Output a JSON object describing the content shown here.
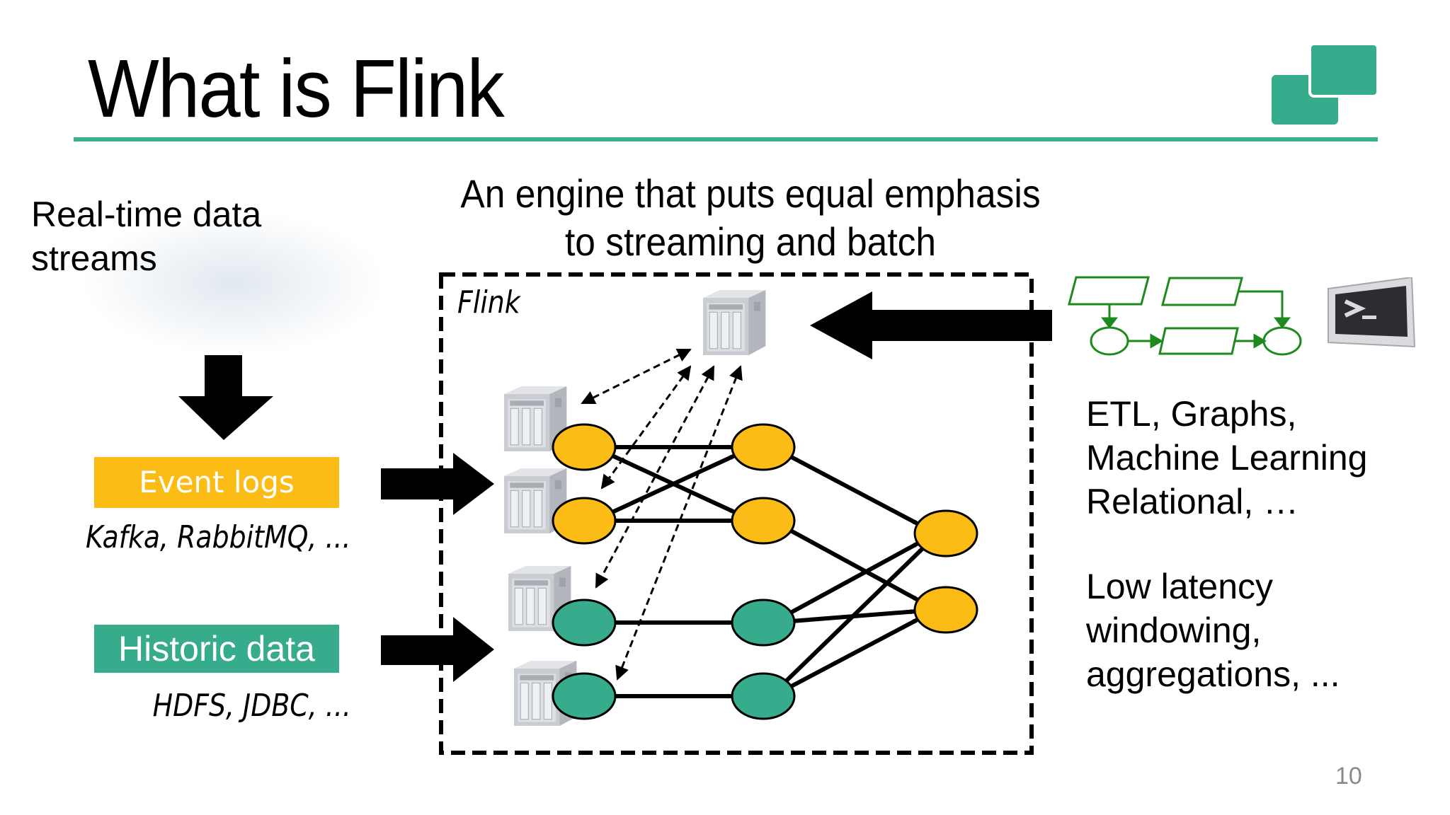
{
  "slide": {
    "title": "What is Flink",
    "subtitle_lines": [
      "An engine that puts equal emphasis",
      "to streaming and batch"
    ],
    "page_number": "10",
    "accent_color": "#3cb08f"
  },
  "left": {
    "heading_lines": [
      "Real-time data",
      "streams"
    ],
    "sources": [
      {
        "label": "Event logs",
        "examples": "Kafka, RabbitMQ, ...",
        "color": "#fbbc15"
      },
      {
        "label": "Historic data",
        "examples": "HDFS, JDBC, ...",
        "color": "#37ac8d"
      }
    ]
  },
  "diagram": {
    "box_label": "Flink",
    "node_colors": {
      "stream": "#fbbc15",
      "batch": "#37ac8d"
    },
    "layers": [
      {
        "name": "sources",
        "nodes": [
          "stream",
          "stream",
          "batch",
          "batch"
        ]
      },
      {
        "name": "operators",
        "nodes": [
          "stream",
          "stream",
          "batch",
          "batch"
        ]
      },
      {
        "name": "sinks",
        "nodes": [
          "stream",
          "stream"
        ]
      }
    ],
    "edges": [
      [
        "sources.0",
        "operators.0"
      ],
      [
        "sources.0",
        "operators.1"
      ],
      [
        "sources.1",
        "operators.0"
      ],
      [
        "sources.1",
        "operators.1"
      ],
      [
        "sources.2",
        "operators.2"
      ],
      [
        "sources.3",
        "operators.3"
      ],
      [
        "operators.0",
        "sinks.0"
      ],
      [
        "operators.1",
        "sinks.1"
      ],
      [
        "operators.2",
        "sinks.0"
      ],
      [
        "operators.2",
        "sinks.1"
      ],
      [
        "operators.3",
        "sinks.0"
      ],
      [
        "operators.3",
        "sinks.1"
      ]
    ],
    "servers": [
      "master",
      "worker-1",
      "worker-2",
      "worker-3",
      "worker-4"
    ]
  },
  "right": {
    "apis_lines": [
      "ETL, Graphs,",
      "Machine Learning",
      "Relational, …"
    ],
    "streaming_lines": [
      "Low latency",
      "windowing,",
      "aggregations, ..."
    ],
    "icons": [
      "flowchart-icon",
      "terminal-icon"
    ]
  }
}
